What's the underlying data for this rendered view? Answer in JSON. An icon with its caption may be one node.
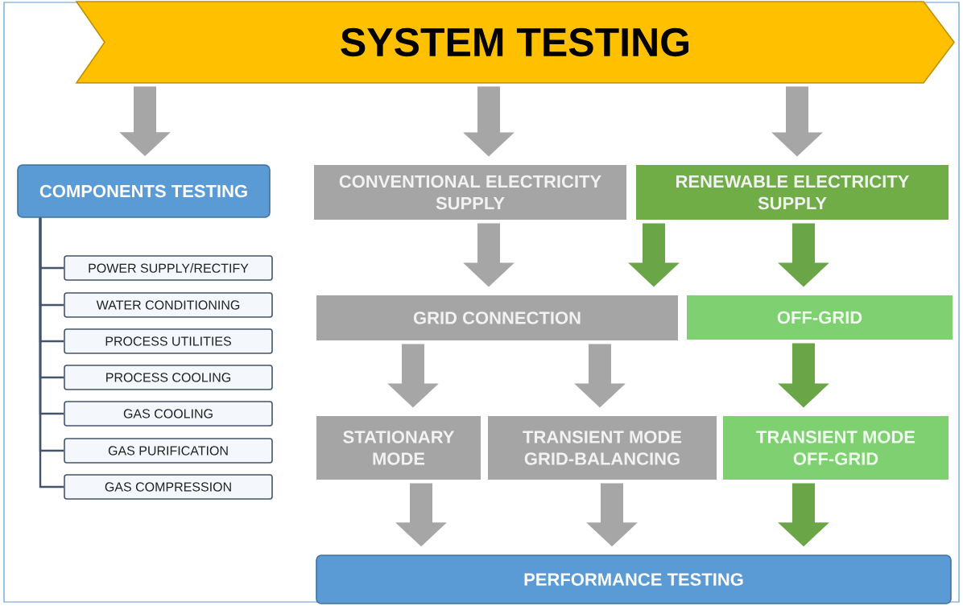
{
  "diagram": {
    "nodes": [
      {
        "text": [
          "SYSTEM TESTING"
        ]
      },
      {
        "text": [
          "COMPONENTS TESTING"
        ]
      },
      {
        "text": [
          "POWER SUPPLY/RECTIFY"
        ]
      },
      {
        "text": [
          "WATER CONDITIONING"
        ]
      },
      {
        "text": [
          "PROCESS UTILITIES"
        ]
      },
      {
        "text": [
          "PROCESS COOLING"
        ]
      },
      {
        "text": [
          "GAS COOLING"
        ]
      },
      {
        "text": [
          "GAS PURIFICATION"
        ]
      },
      {
        "text": [
          "GAS COMPRESSION"
        ]
      },
      {
        "text": [
          "CONVENTIONAL ELECTRICITY SUPPLY"
        ]
      },
      {
        "text": [
          "RENEWABLE ELECTRICITY SUPPLY"
        ]
      },
      {
        "text": [
          "GRID CONNECTION"
        ]
      },
      {
        "text": [
          "OFF-GRID"
        ]
      },
      {
        "text": [
          "STATIONARY MODE"
        ]
      },
      {
        "text": [
          "TRANSIENT MODE GRID-BALANCING"
        ]
      },
      {
        "text": [
          "TRANSIENT MODE OFF-GRID"
        ]
      },
      {
        "text": [
          "PERFORMANCE TESTING"
        ]
      }
    ],
    "edges": [
      {
        "from": 0,
        "to": 1,
        "arrow": "to"
      },
      {
        "from": 0,
        "to": 9,
        "arrow": "to"
      },
      {
        "from": 0,
        "to": 10,
        "arrow": "to"
      },
      {
        "from": 1,
        "to": 2,
        "arrow": "none",
        "color": "#44546a"
      },
      {
        "from": 1,
        "to": 3,
        "arrow": "none",
        "color": "#44546a"
      },
      {
        "from": 1,
        "to": 4,
        "arrow": "none",
        "color": "#44546a"
      },
      {
        "from": 1,
        "to": 5,
        "arrow": "none",
        "color": "#44546a"
      },
      {
        "from": 1,
        "to": 6,
        "arrow": "none",
        "color": "#44546a"
      },
      {
        "from": 1,
        "to": 7,
        "arrow": "none",
        "color": "#44546a"
      },
      {
        "from": 1,
        "to": 8,
        "arrow": "none",
        "color": "#44546a"
      },
      {
        "from": 9,
        "to": 11,
        "arrow": "to"
      },
      {
        "from": 10,
        "to": 11,
        "arrow": "to",
        "color": "#6aa547"
      },
      {
        "from": 10,
        "to": 12,
        "arrow": "to",
        "color": "#6aa547"
      },
      {
        "from": 11,
        "to": 13,
        "arrow": "to"
      },
      {
        "from": 11,
        "to": 14,
        "arrow": "to"
      },
      {
        "from": 12,
        "to": 15,
        "arrow": "to",
        "color": "#6aa547"
      },
      {
        "from": 13,
        "to": 16,
        "arrow": "to"
      },
      {
        "from": 14,
        "to": 16,
        "arrow": "to"
      },
      {
        "from": 15,
        "to": 16,
        "arrow": "to",
        "color": "#6aa547"
      }
    ]
  }
}
